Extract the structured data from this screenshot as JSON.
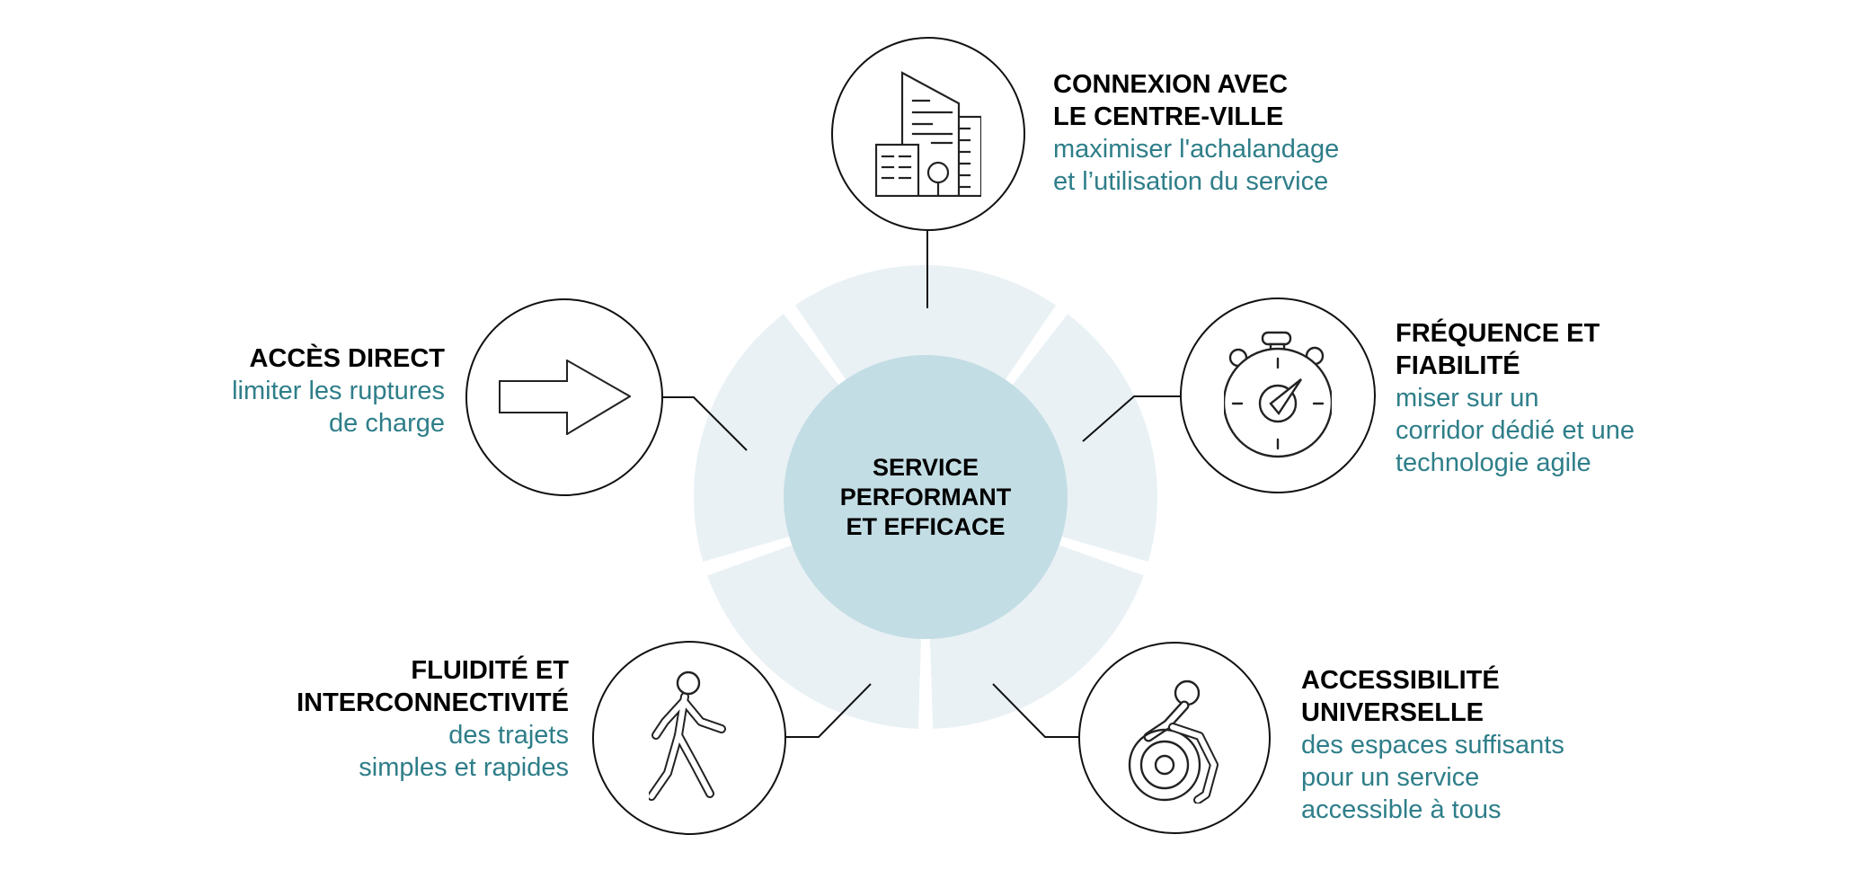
{
  "palette": {
    "teal_text": "#2e7e89",
    "ring_fill": "#e9f1f5",
    "hub_fill": "#c3dde4",
    "outline": "#111111",
    "background": "#ffffff"
  },
  "hub": {
    "lines": [
      "SERVICE",
      "PERFORMANT",
      "ET EFFICACE"
    ]
  },
  "nodes": [
    {
      "id": "centre-ville",
      "icon": "city-buildings-icon",
      "title": [
        "CONNEXION AVEC",
        "LE CENTRE-VILLE"
      ],
      "desc": [
        "maximiser l'achalandage",
        "et l’utilisation du service"
      ]
    },
    {
      "id": "frequence",
      "icon": "stopwatch-icon",
      "title": [
        "FRÉQUENCE ET",
        "FIABILITÉ"
      ],
      "desc": [
        "miser sur un",
        "corridor dédié et une",
        "technologie agile"
      ]
    },
    {
      "id": "acces-direct",
      "icon": "arrow-right-icon",
      "title": [
        "ACCÈS DIRECT"
      ],
      "desc": [
        "limiter les ruptures",
        "de charge"
      ]
    },
    {
      "id": "fluidite",
      "icon": "walking-person-icon",
      "title": [
        "FLUIDITÉ ET",
        "INTERCONNECTIVITÉ"
      ],
      "desc": [
        "des trajets",
        "simples et rapides"
      ]
    },
    {
      "id": "accessibilite",
      "icon": "wheelchair-icon",
      "title": [
        "ACCESSIBILITÉ",
        "UNIVERSELLE"
      ],
      "desc": [
        "des espaces suffisants",
        "pour un service",
        "accessible à tous"
      ]
    }
  ]
}
